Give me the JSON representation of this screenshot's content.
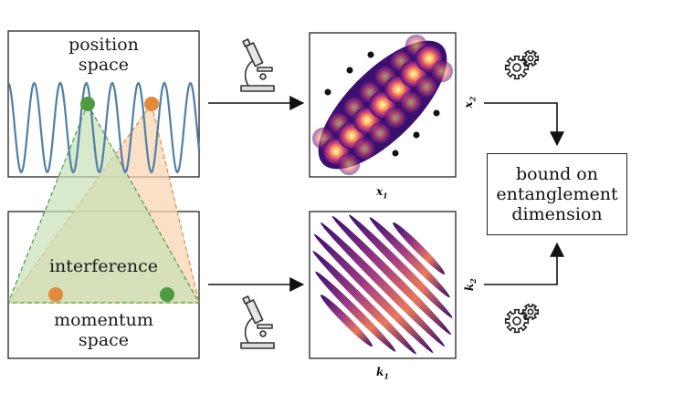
{
  "panels": {
    "position_label": [
      "position",
      "space"
    ],
    "momentum_label": [
      "momentum",
      "space"
    ],
    "interference_label": "interference"
  },
  "plots": {
    "top_xlabel": "x",
    "top_xsub": "1",
    "top_ylabel": "x",
    "top_ysub": "2",
    "bottom_xlabel": "k",
    "bottom_xsub": "1",
    "bottom_ylabel": "k",
    "bottom_ysub": "2"
  },
  "result": [
    "bound on",
    "entanglement",
    "dimension"
  ],
  "colors": {
    "wave": "#4f7fa8",
    "green_dot": "#4e9a3f",
    "orange_dot": "#e08a3c",
    "green_fill": "#c7dfb7",
    "orange_fill": "#f7d5b4",
    "heat_low": "#3b0f70",
    "heat_high": "#fcfdbf"
  },
  "icons": [
    "microscope-icon",
    "gear-icon"
  ]
}
